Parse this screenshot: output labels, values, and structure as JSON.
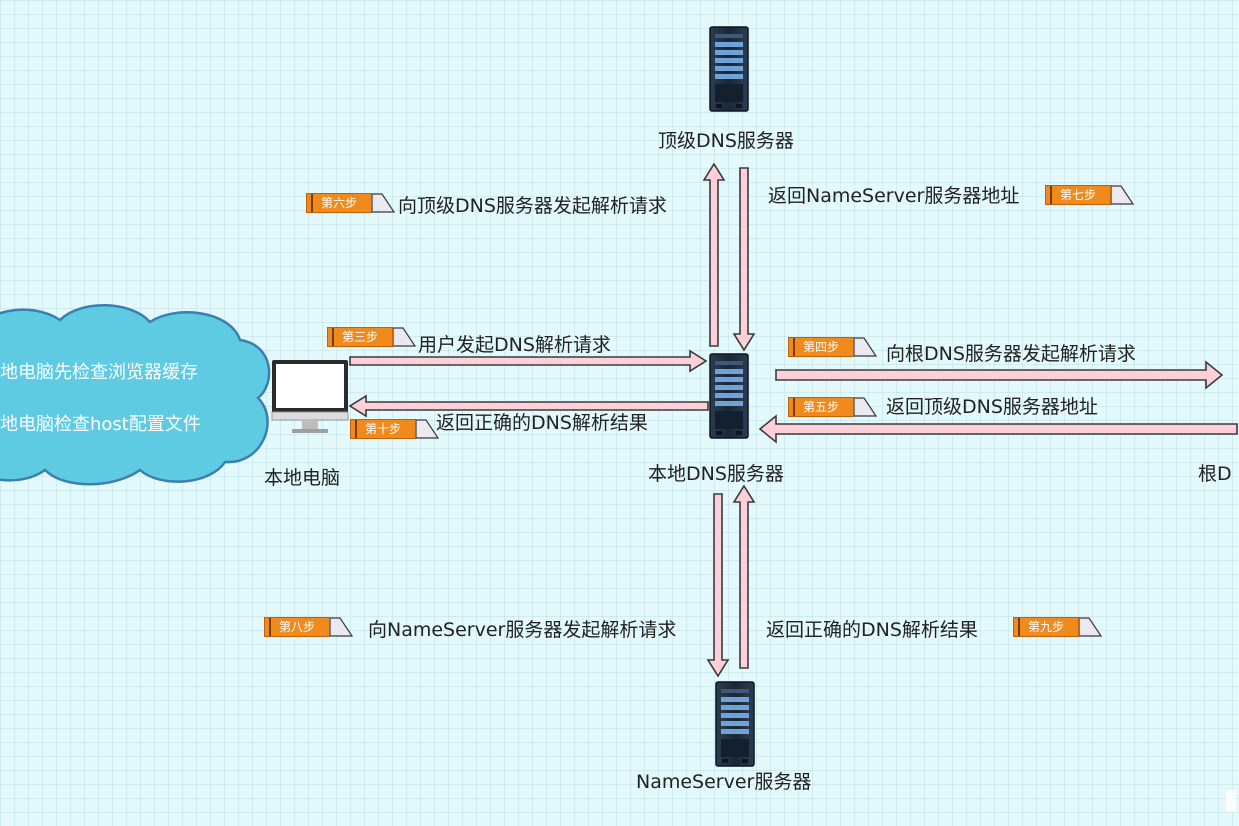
{
  "nodes": {
    "top_dns": "顶级DNS服务器",
    "local_pc": "本地电脑",
    "local_dns": "本地DNS服务器",
    "root_dns": "根D",
    "nameserver": "NameServer服务器"
  },
  "cloud": {
    "line1": "地电脑先检查浏览器缓存",
    "line2": "地电脑检查host配置文件"
  },
  "steps": {
    "s3": {
      "tag": "第三步",
      "text": "用户发起DNS解析请求"
    },
    "s4": {
      "tag": "第四步",
      "text": "向根DNS服务器发起解析请求"
    },
    "s5": {
      "tag": "第五步",
      "text": "返回顶级DNS服务器地址"
    },
    "s6": {
      "tag": "第六步",
      "text": "向顶级DNS服务器发起解析请求"
    },
    "s7": {
      "tag": "第七步",
      "text": "返回NameServer服务器地址"
    },
    "s8": {
      "tag": "第八步",
      "text": "向NameServer服务器发起解析请求"
    },
    "s9": {
      "tag": "第九步",
      "text": "返回正确的DNS解析结果"
    },
    "s10": {
      "tag": "第十步",
      "text": "返回正确的DNS解析结果"
    }
  },
  "colors": {
    "arrow_fill": "#fbd0d8",
    "arrow_stroke": "#3a3a3a",
    "cloud_fill": "#5fcbe3",
    "cloud_stroke": "#3a7fb0",
    "server_body": "#1d2a3a",
    "step_flag": "#f08a1c"
  }
}
